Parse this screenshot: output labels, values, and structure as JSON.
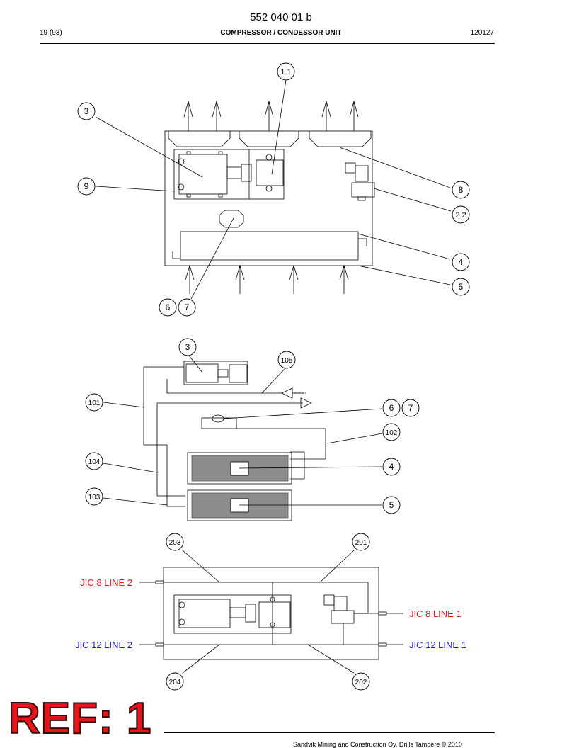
{
  "header": {
    "doc_number": "552 040 01 b",
    "page": "19 (93)",
    "title": "COMPRESSOR / CONDESSOR UNIT",
    "date": "120127"
  },
  "callouts": {
    "top": [
      "1.1",
      "3",
      "9",
      "8",
      "2.2",
      "4",
      "5",
      "6",
      "7"
    ],
    "middle": [
      "3",
      "105",
      "101",
      "6",
      "7",
      "102",
      "104",
      "4",
      "103",
      "5"
    ],
    "bottom": [
      "203",
      "201",
      "204",
      "202"
    ]
  },
  "connections": {
    "jic8_line2": "JIC 8 LINE 2",
    "jic8_line1": "JIC 8 LINE 1",
    "jic12_line2": "JIC 12 LINE 2",
    "jic12_line1": "JIC 12 LINE 1",
    "jic8_color": "#e8141b",
    "jic12_color": "#1e1ec8"
  },
  "stamp": {
    "text": "REF: 1",
    "color": "#e8141b"
  },
  "footer": {
    "copyright": "Sandvik Mining and Construction Oy, Drills Tampere © 2010"
  }
}
